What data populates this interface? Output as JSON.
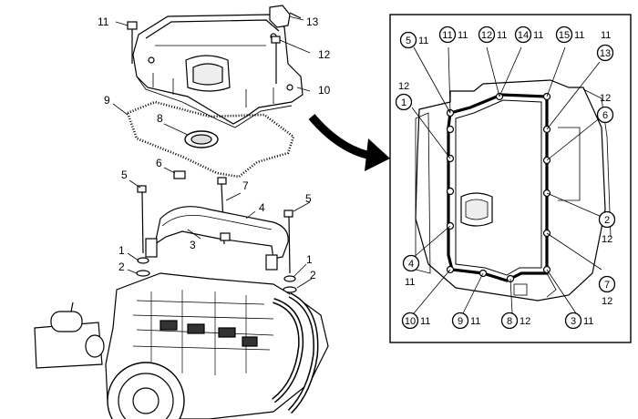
{
  "left_callouts": [
    {
      "id": "left-callout-11",
      "text": "11"
    },
    {
      "id": "left-callout-13",
      "text": "13"
    },
    {
      "id": "left-callout-12",
      "text": "12"
    },
    {
      "id": "left-callout-10",
      "text": "10"
    },
    {
      "id": "left-callout-9",
      "text": "9"
    },
    {
      "id": "left-callout-8",
      "text": "8"
    },
    {
      "id": "left-callout-6",
      "text": "6"
    },
    {
      "id": "left-callout-5a",
      "text": "5"
    },
    {
      "id": "left-callout-7",
      "text": "7"
    },
    {
      "id": "left-callout-5b",
      "text": "5"
    },
    {
      "id": "left-callout-4",
      "text": "4"
    },
    {
      "id": "left-callout-3",
      "text": "3"
    },
    {
      "id": "left-callout-1a",
      "text": "1"
    },
    {
      "id": "left-callout-1b",
      "text": "1"
    },
    {
      "id": "left-callout-2a",
      "text": "2"
    },
    {
      "id": "left-callout-2b",
      "text": "2"
    }
  ],
  "bolt_sequence": [
    {
      "id": "seq-5",
      "num": "5",
      "size": "11"
    },
    {
      "id": "seq-11",
      "num": "11",
      "size": "11"
    },
    {
      "id": "seq-12",
      "num": "12",
      "size": "11"
    },
    {
      "id": "seq-14",
      "num": "14",
      "size": "11"
    },
    {
      "id": "seq-15",
      "num": "15",
      "size": "11"
    },
    {
      "id": "seq-13",
      "num": "13",
      "size": "11"
    },
    {
      "id": "seq-1",
      "num": "1",
      "size": "12"
    },
    {
      "id": "seq-6",
      "num": "6",
      "size": "12"
    },
    {
      "id": "seq-2",
      "num": "2",
      "size": "12"
    },
    {
      "id": "seq-4",
      "num": "4",
      "size": "11"
    },
    {
      "id": "seq-7",
      "num": "7",
      "size": "12"
    },
    {
      "id": "seq-10",
      "num": "10",
      "size": "11"
    },
    {
      "id": "seq-9",
      "num": "9",
      "size": "11"
    },
    {
      "id": "seq-8",
      "num": "8",
      "size": "12"
    },
    {
      "id": "seq-3",
      "num": "3",
      "size": "11"
    }
  ]
}
